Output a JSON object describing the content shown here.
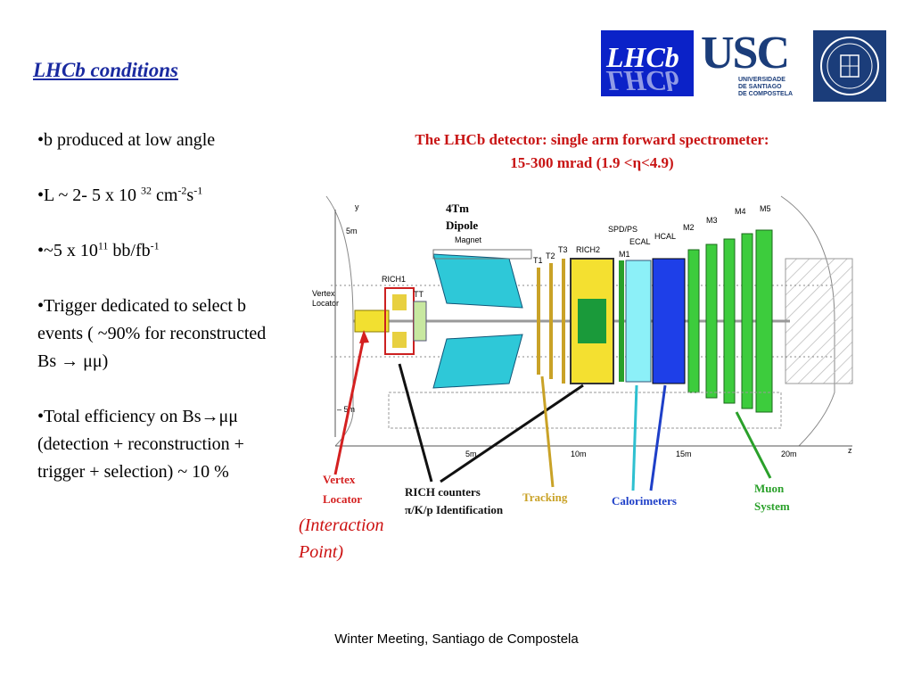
{
  "slide": {
    "title": "LHCb conditions",
    "bullets": {
      "b1": "•b produced at low angle",
      "b2_pre": "•L ~ 2- 5 x 10 ",
      "b2_exp1": "32",
      "b2_mid": " cm",
      "b2_exp2": "-2",
      "b2_s": "s",
      "b2_exp3": "-1",
      "b3_pre": "•~5 x 10",
      "b3_exp1": "11",
      "b3_mid": " bb/fb",
      "b3_exp2": "-1",
      "b4": "•Trigger dedicated to select b events ( ~90% for reconstructed Bs → μμ)",
      "b5": "•Total efficiency on Bs→μμ (detection + reconstruction + trigger + selection) ~ 10 %"
    },
    "ip_note_line1": "(Interaction",
    "ip_note_line2": "Point)",
    "footer": "Winter Meeting, Santiago de Compostela"
  },
  "logos": {
    "lhcb_text": "LHCb",
    "usc_text": "USC",
    "usc_sub1": "UNIVERSIDADE",
    "usc_sub2": "DE SANTIAGO",
    "usc_sub3": "DE COMPOSTELA"
  },
  "diagram": {
    "title_line1": "The LHCb detector: single arm forward spectrometer:",
    "title_line2": "15-300 mrad (1.9 <η<4.9)",
    "labels": {
      "magnet_title1": "4Tm",
      "magnet_title2": "Dipole",
      "magnet_sub": "Magnet",
      "rich1": "RICH1",
      "tt": "TT",
      "vertex1": "Vertex",
      "vertex2": "Locator",
      "t1": "T1",
      "t2": "T2",
      "t3": "T3",
      "rich2": "RICH2",
      "spdps": "SPD/PS",
      "ecal": "ECAL",
      "hcal": "HCAL",
      "m1": "M1",
      "m2": "M2",
      "m3": "M3",
      "m4": "M4",
      "m5": "M5",
      "y_axis": "y",
      "z_axis": "z",
      "y5": "5m",
      "yminus5": "– 5m",
      "x5": "5m",
      "x10": "10m",
      "x15": "15m",
      "x20": "20m"
    },
    "callouts": {
      "vertex1": "Vertex",
      "vertex2": "Locator",
      "rich1": "RICH counters",
      "rich2": "π/K/p Identification",
      "tracking": "Tracking",
      "calorimeters": "Calorimeters",
      "muon1": "Muon",
      "muon2": "System"
    },
    "colors": {
      "vertex": "#d42020",
      "rich": "#111111",
      "tracking": "#c9a227",
      "calorimeters": "#1e3fc8",
      "muon": "#2aa02a"
    }
  }
}
